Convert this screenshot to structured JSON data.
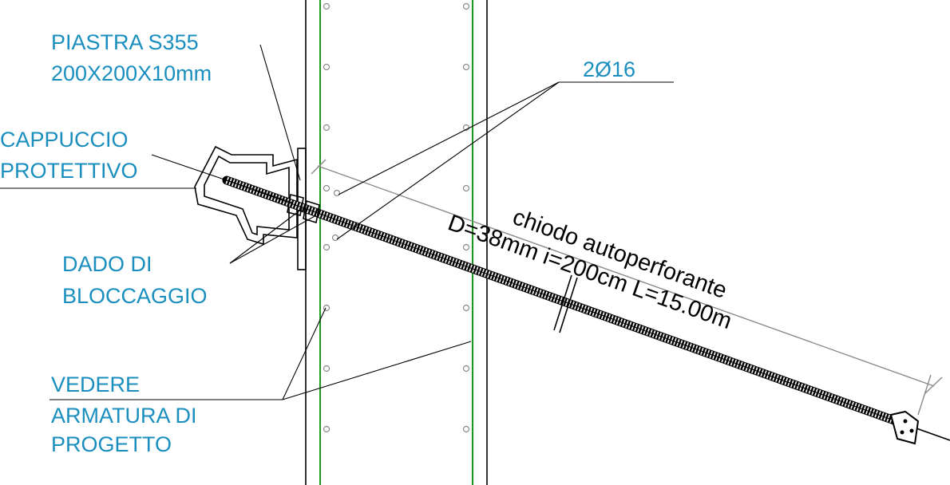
{
  "labels": {
    "plate_line1": "PIASTRA S355",
    "plate_line2": "200X200X10mm",
    "cap_line1": "CAPPUCCIO",
    "cap_line2": "PROTETTIVO",
    "nut_line1": "DADO DI",
    "nut_line2": "BLOCCAGGIO",
    "rebar": "2Ø16",
    "see_line1": "VEDERE",
    "see_line2": "ARMATURA DI",
    "see_line3": "PROGETTO"
  },
  "nail_dimension": {
    "line1": "chiodo autoperforante",
    "line2": "D=38mm i=200cm L=15.00m"
  },
  "colors": {
    "label_text": "#1a8fbf",
    "rebar_lines": "#1e9a1e",
    "linework": "#000000",
    "dimension_line": "#8a8a8a"
  }
}
